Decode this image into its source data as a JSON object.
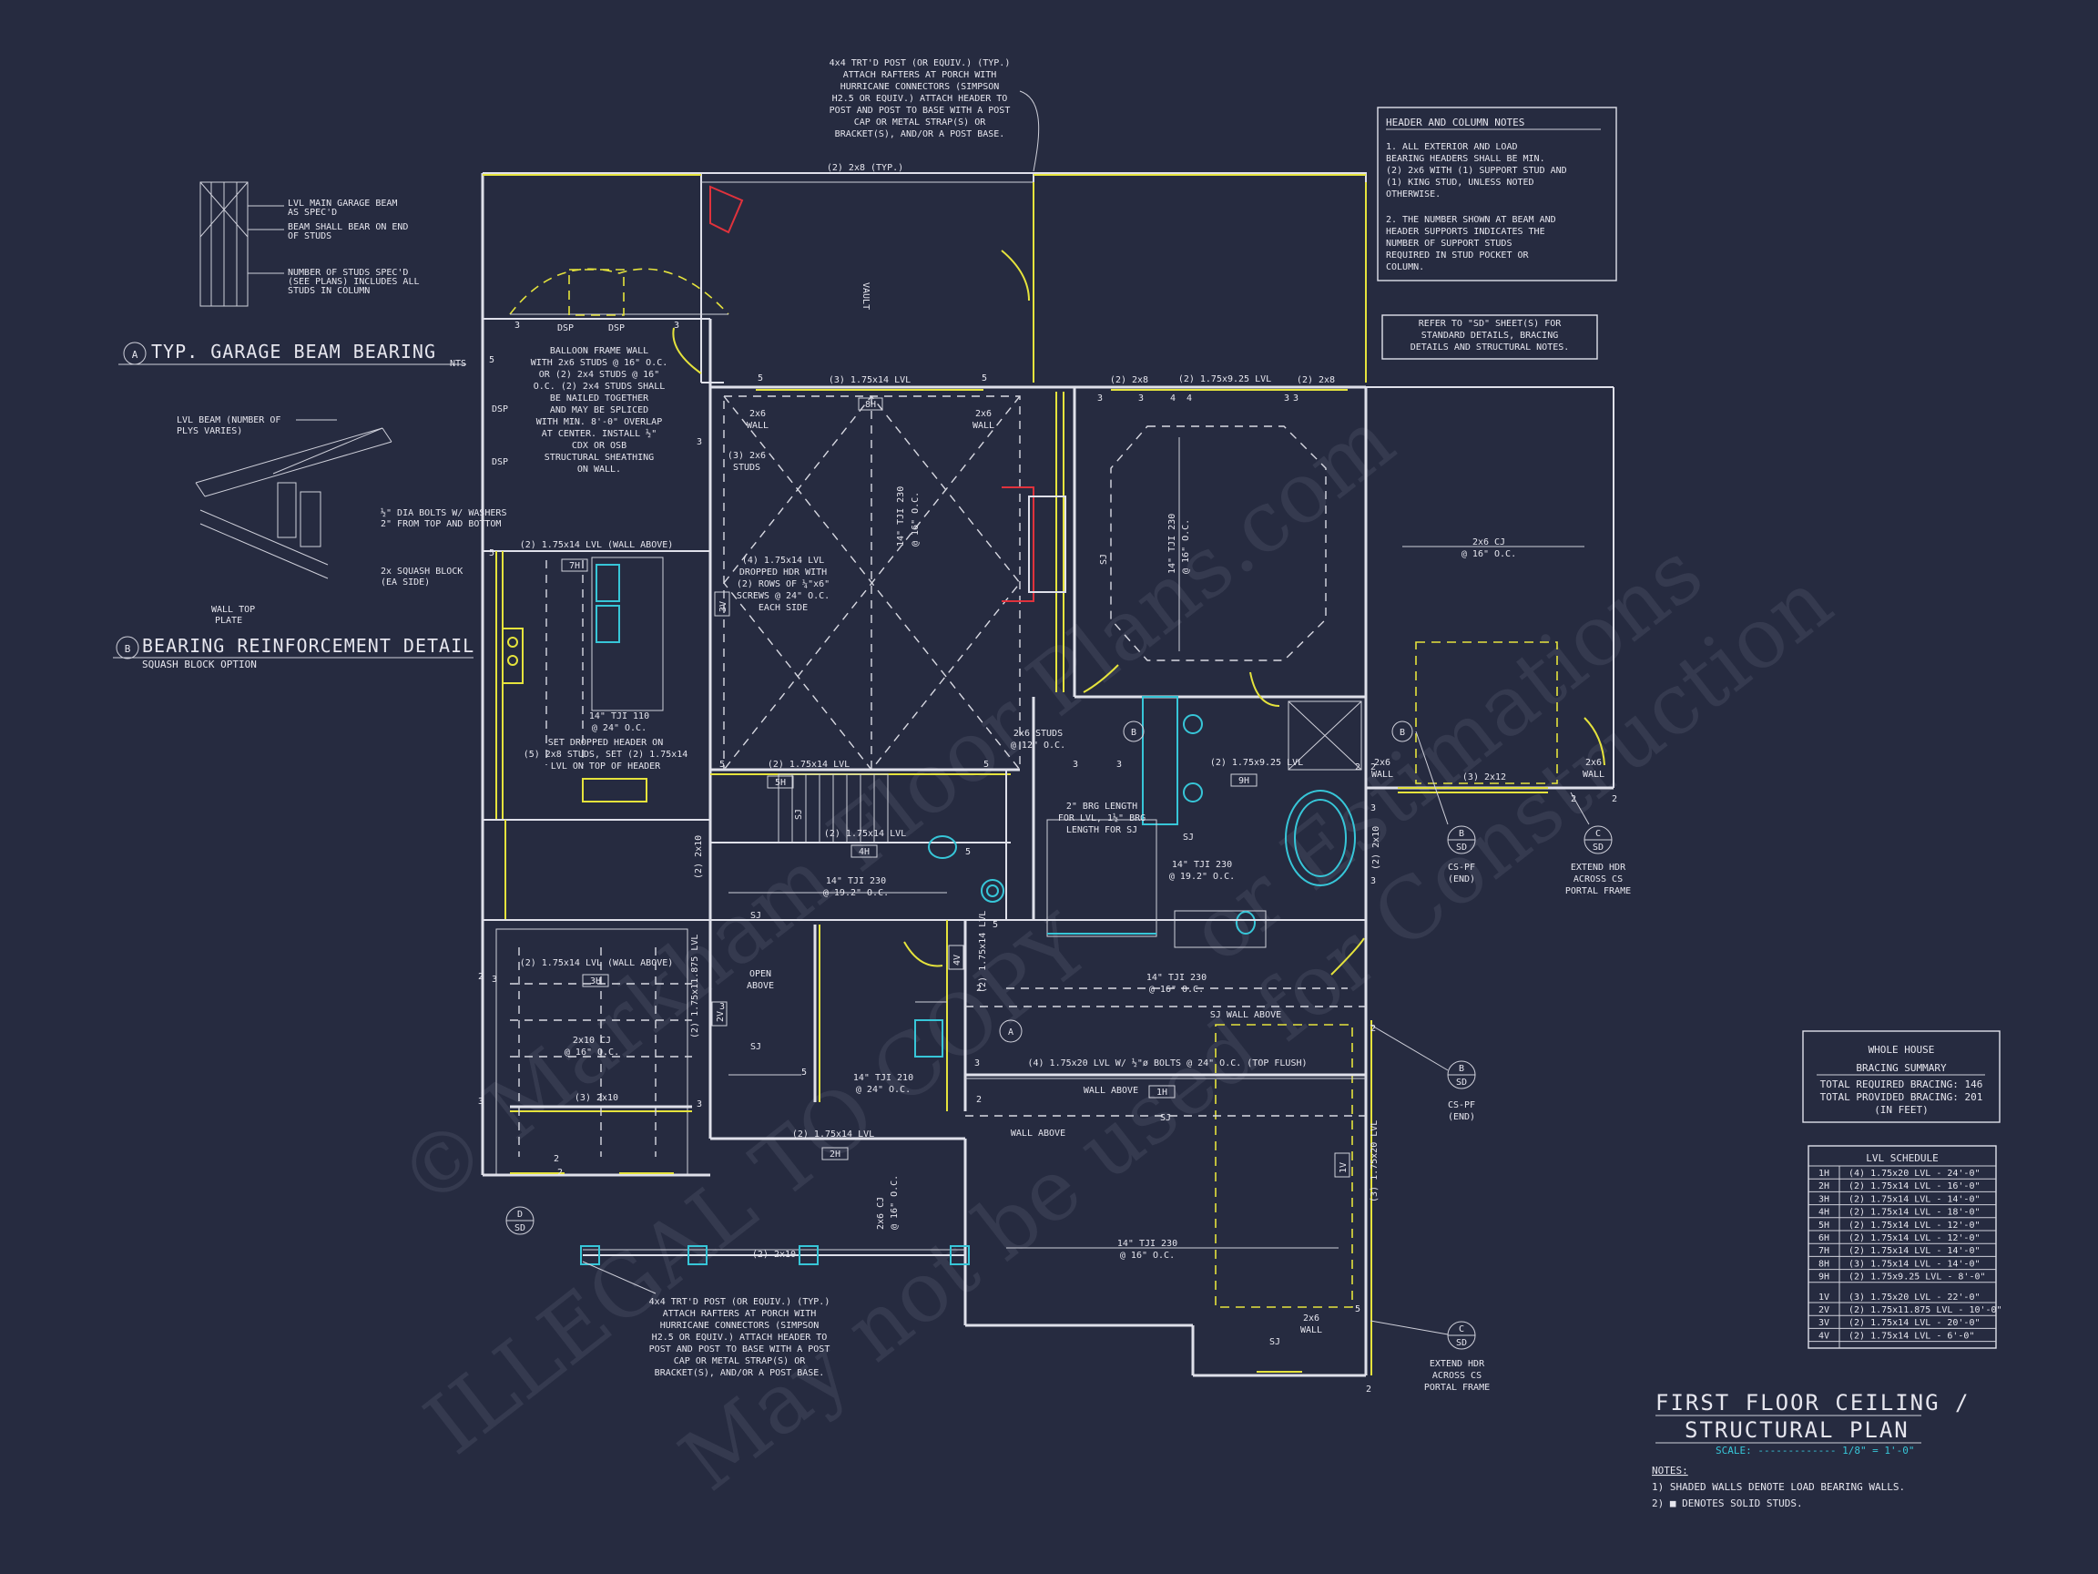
{
  "watermark": {
    "line1": "© Markham Floor Plans.com",
    "line2": "ILLEGAL TO COPY",
    "line3": "May not be used for Construction",
    "line4": "or Estimations"
  },
  "top_post_note": [
    "4x4 TRT'D POST (OR EQUIV.) (TYP.)",
    "ATTACH RAFTERS AT PORCH WITH",
    "HURRICANE CONNECTORS (SIMPSON",
    "H2.5 OR EQUIV.) ATTACH HEADER TO",
    "POST AND POST TO BASE WITH A POST",
    "CAP OR METAL STRAP(S) OR",
    "BRACKET(S), AND/OR A POST BASE."
  ],
  "bottom_post_note": [
    "4x4 TRT'D POST (OR EQUIV.) (TYP.)",
    "ATTACH RAFTERS AT PORCH WITH",
    "HURRICANE CONNECTORS (SIMPSON",
    "H2.5 OR EQUIV.) ATTACH HEADER TO",
    "POST AND POST TO BASE WITH A POST",
    "CAP OR METAL STRAP(S) OR",
    "BRACKET(S), AND/OR A POST BASE."
  ],
  "header_notes": {
    "title": "HEADER AND COLUMN NOTES",
    "lines": [
      "1. ALL EXTERIOR AND LOAD",
      "BEARING HEADERS SHALL BE MIN.",
      "(2) 2x6 WITH (1) SUPPORT STUD AND",
      "(1) KING STUD, UNLESS NOTED",
      "OTHERWISE.",
      "",
      "2. THE NUMBER SHOWN AT BEAM AND",
      "HEADER SUPPORTS INDICATES THE",
      "NUMBER OF SUPPORT STUDS",
      "REQUIRED IN STUD POCKET OR",
      "COLUMN."
    ]
  },
  "refer_note": [
    "REFER TO \"SD\" SHEET(S) FOR",
    "STANDARD DETAILS, BRACING",
    "DETAILS AND STRUCTURAL NOTES."
  ],
  "detail_a": {
    "marker": "A",
    "title": "TYP. GARAGE BEAM BEARING",
    "labels": [
      "LVL MAIN GARAGE BEAM",
      "AS SPEC'D",
      "BEAM SHALL BEAR ON END",
      "OF STUDS",
      "NUMBER OF STUDS SPEC'D",
      "(SEE PLANS) INCLUDES ALL",
      "STUDS IN COLUMN"
    ]
  },
  "detail_b": {
    "marker": "B",
    "title": "BEARING REINFORCEMENT DETAIL",
    "subtitle": "SQUASH BLOCK OPTION",
    "labels": [
      "LVL BEAM (NUMBER OF",
      "PLYS VARIES)",
      "½\" DIA BOLTS W/ WASHERS",
      "2\" FROM TOP AND BOTTOM",
      "2x SQUASH BLOCK",
      "(EA SIDE)",
      "WALL TOP",
      "PLATE"
    ]
  },
  "plan_labels": {
    "top_2x8": "(2) 2x8 (TYP.)",
    "vault": "VAULT",
    "dsp1": "DSP",
    "dsp2": "DSP",
    "dsp3": "DSP",
    "dsp4": "DSP",
    "nts": "NTS",
    "balloon": [
      "BALLOON FRAME WALL",
      "WITH 2x6 STUDS @ 16\" O.C.",
      "OR (2) 2x4 STUDS @ 16\"",
      "O.C. (2) 2x4 STUDS SHALL",
      "BE NAILED TOGETHER",
      "AND MAY BE SPLICED",
      "WITH MIN. 8'-0\" OVERLAP",
      "AT CENTER. INSTALL ½\"",
      "CDX OR OSB",
      "STRUCTURAL SHEATHING",
      "ON WALL."
    ],
    "lvl_9h_top": "(3) 1.75x14 LVL",
    "lvl_top_right": "(2) 1.75x9.25 LVL",
    "r_2x8a": "(2) 2x8",
    "r_2x8b": "(2) 2x8",
    "tag_8h": "8H",
    "wall_2x6a": [
      "2x6",
      "WALL"
    ],
    "wall_2x6b": [
      "2x6",
      "WALL"
    ],
    "studs_3": [
      "(3) 2x6",
      "STUDS"
    ],
    "tji_vert_a": [
      "14\" TJI 230",
      "@ 16\" O.C."
    ],
    "tji_vert_b": [
      "14\" TJI 230",
      "@ 16\" O.C."
    ],
    "sj_vert": "SJ",
    "cj_right": [
      "2x6 CJ",
      "@ 16\" O.C."
    ],
    "wall_above_1": "(2) 1.75x14 LVL (WALL ABOVE)",
    "tag_7h": "7H",
    "tag_3v": "3V",
    "dropped_hdr": [
      "(4) 1.75x14 LVL",
      "DROPPED HDR WITH",
      "(2) ROWS OF ¼\"x6\"",
      "SCREWS @ 24\" O.C.",
      "EACH SIDE"
    ],
    "tji_kitchen": [
      "14\" TJI 110",
      "@ 24\" O.C."
    ],
    "set_dropped": [
      "SET DROPPED HEADER ON",
      "(5) 2x8 STUDS, SET (2) 1.75x14",
      "LVL ON TOP OF HEADER"
    ],
    "lvl_5h": "(2) 1.75x14 LVL",
    "tag_5h": "5H",
    "studs_2x6": [
      "2x6 STUDS",
      "@ 12\" O.C."
    ],
    "lvl_9h": "(2) 1.75x9.25 LVL",
    "tag_9h": "9H",
    "brg_length": [
      "2\" BRG LENGTH",
      "FOR LVL, 1½\" BRG",
      "LENGTH FOR SJ"
    ],
    "lvl_4h": "(2) 1.75x14 LVL",
    "tag_4h": "4H",
    "wall_2x6c": [
      "2x6",
      "WALL"
    ],
    "hdr_2x12": "(3) 2x12",
    "wall_2x6d": [
      "2x6",
      "WALL"
    ],
    "sd_b1": [
      "B",
      "SD"
    ],
    "sd_c1": [
      "C",
      "SD"
    ],
    "csff_1": [
      "CS-PF",
      "(END)"
    ],
    "extend_1": [
      "EXTEND HDR",
      "ACROSS CS",
      "PORTAL FRAME"
    ],
    "tji_19": [
      "14\" TJI 230",
      "@ 19.2\" O.C."
    ],
    "tji_19b": [
      "14\" TJI 230",
      "@ 19.2\" O.C."
    ],
    "sj_a": "SJ",
    "sj_b": "SJ",
    "sj_c": "SJ",
    "sj_d": "SJ",
    "sj_e": "SJ",
    "sj_f": "SJ",
    "v2x10": "(2) 2x10",
    "v2x10b": "(2) 2x10",
    "open_above": [
      "OPEN",
      "ABOVE"
    ],
    "tag_4v": "4V",
    "lvl_4v": "(2) 1.75x14 LVL",
    "lvl_2v": "(2) 1.75x11.875 LVL",
    "tag_2v": "2V",
    "wall_above_3h": "(2) 1.75x14 LVL (WALL ABOVE)",
    "tag_3h": "3H",
    "cj_garage": [
      "2x10 CJ",
      "@ 16\" O.C."
    ],
    "hdr_2x10": "(3) 2x10",
    "tji_center": [
      "14\" TJI 230",
      "@ 16\" O.C."
    ],
    "sj_wall_above": "SJ WALL ABOVE",
    "sd_a": "A",
    "lvl_1h": "(4) 1.75x20 LVL W/ ½\"ø BOLTS @ 24\" O.C. (TOP FLUSH)",
    "wall_above_2": "WALL ABOVE",
    "tag_1h": "1H",
    "tji_210": [
      "14\" TJI 210",
      "@ 24\" O.C."
    ],
    "lvl_2h": "(2) 1.75x14 LVL",
    "tag_2h": "2H",
    "wall_above_3": "WALL ABOVE",
    "cj_2x6b": [
      "2x6 CJ",
      "@ 16\" O.C."
    ],
    "beam_left": "(3) 1.75x20 LVL",
    "beam_left2": "(3) 1.75x20 LVL",
    "tag_1v": "1V",
    "tji_lower": [
      "14\" TJI 230",
      "@ 16\" O.C."
    ],
    "porch_2x10": "(2) 2x10",
    "wall_2x6e": [
      "2x6",
      "WALL"
    ],
    "sd_b2": [
      "B",
      "SD"
    ],
    "csff_2": [
      "CS-PF",
      "(END)"
    ],
    "sd_c2": [
      "C",
      "SD"
    ],
    "extend_2": [
      "EXTEND HDR",
      "ACROSS CS",
      "PORTAL FRAME"
    ],
    "sd_d": [
      "D",
      "SD"
    ],
    "sd_bath": "B",
    "sd_bath2": "B"
  },
  "studs_numbers": [
    "3",
    "3",
    "5",
    "5",
    "3",
    "3",
    "4",
    "4",
    "3",
    "3",
    "5",
    "5",
    "3",
    "5",
    "5",
    "3",
    "3",
    "2",
    "2",
    "3",
    "3",
    "2",
    "2",
    "5",
    "5",
    "3",
    "2",
    "2",
    "2",
    "3",
    "2",
    "2",
    "5",
    "5",
    "2",
    "2",
    "3",
    "3",
    "3"
  ],
  "bracing": {
    "title1": "WHOLE HOUSE",
    "title2": "BRACING SUMMARY",
    "line1": "TOTAL REQUIRED BRACING: 146",
    "line2": "TOTAL PROVIDED BRACING: 201",
    "line3": "(IN FEET)"
  },
  "lvl_schedule": {
    "title": "LVL SCHEDULE",
    "rows": [
      {
        "tag": "1H",
        "spec": "(4) 1.75x20 LVL - 24'-0\""
      },
      {
        "tag": "2H",
        "spec": "(2) 1.75x14 LVL - 16'-0\""
      },
      {
        "tag": "3H",
        "spec": "(2) 1.75x14 LVL - 14'-0\""
      },
      {
        "tag": "4H",
        "spec": "(2) 1.75x14 LVL - 18'-0\""
      },
      {
        "tag": "5H",
        "spec": "(2) 1.75x14 LVL - 12'-0\""
      },
      {
        "tag": "6H",
        "spec": "(2) 1.75x14 LVL - 12'-0\""
      },
      {
        "tag": "7H",
        "spec": "(2) 1.75x14 LVL - 14'-0\""
      },
      {
        "tag": "8H",
        "spec": "(3) 1.75x14 LVL - 14'-0\""
      },
      {
        "tag": "9H",
        "spec": "(2) 1.75x9.25 LVL - 8'-0\""
      },
      {
        "tag": "1V",
        "spec": "(3) 1.75x20 LVL - 22'-0\""
      },
      {
        "tag": "2V",
        "spec": "(2) 1.75x11.875 LVL - 10'-0\""
      },
      {
        "tag": "3V",
        "spec": "(2) 1.75x14 LVL - 20'-0\""
      },
      {
        "tag": "4V",
        "spec": "(2) 1.75x14 LVL - 6'-0\""
      }
    ]
  },
  "sheet_title": {
    "line1": "FIRST FLOOR CEILING /",
    "line2": "STRUCTURAL PLAN",
    "scale_label": "SCALE: ------------- 1/8\" = 1'-0\"",
    "notes_label": "NOTES:",
    "note1": "1) SHADED WALLS DENOTE LOAD BEARING WALLS.",
    "note2": "2) ■ DENOTES SOLID STUDS."
  },
  "colors": {
    "background": "#262b40",
    "linework": "#dfe0ea",
    "bearing": "#e5e33c",
    "fixtures": "#37c6d8",
    "fireplace": "#e0323c"
  }
}
